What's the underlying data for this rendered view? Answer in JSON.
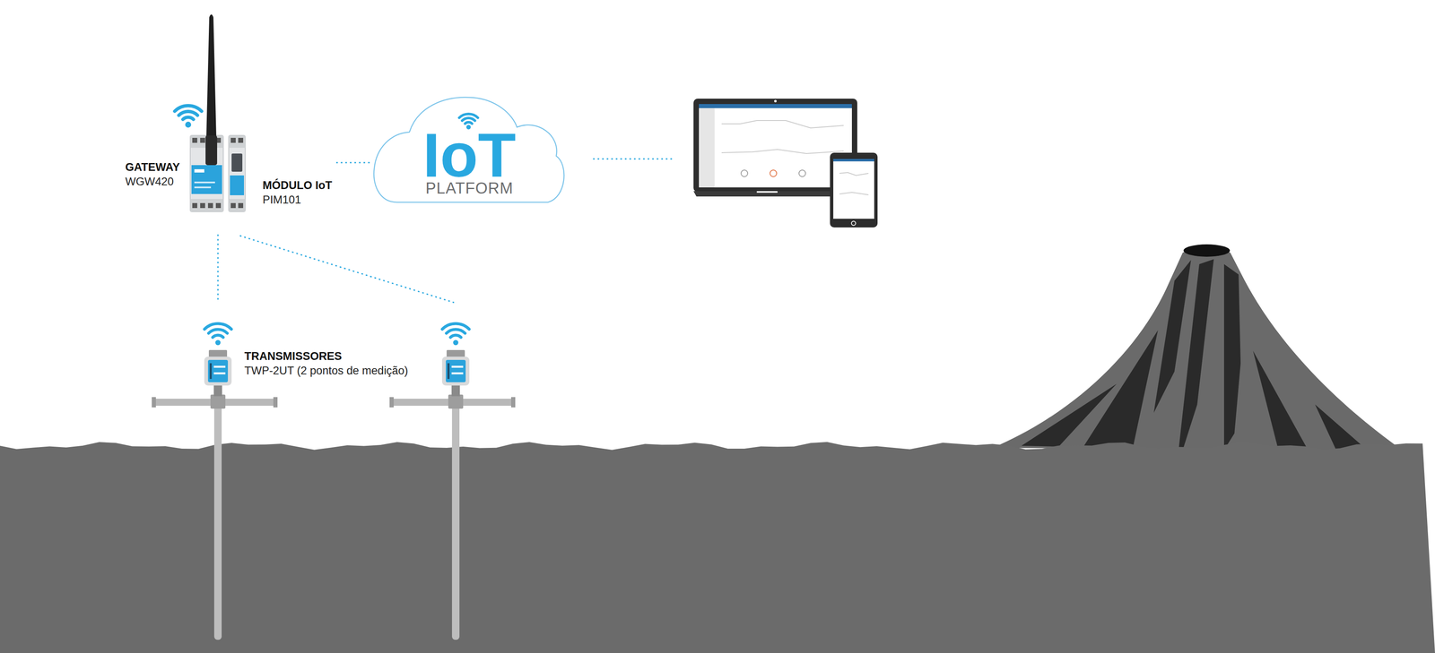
{
  "diagram": {
    "nodes": [
      {
        "text": [
          "GATEWAY",
          "WGW420"
        ]
      },
      {
        "text": [
          "MÓDULO IoT",
          "PIM101"
        ]
      },
      {
        "text": [
          "IoT",
          "PLATFORM"
        ]
      },
      {
        "text": [
          "TRANSMISSORES",
          "TWP-2UT (2 pontos de medição)"
        ]
      }
    ],
    "edges": [
      {
        "from": 1,
        "to": 2,
        "arrow": "none"
      },
      {
        "from": 0,
        "to": 3,
        "arrow": "none"
      }
    ]
  }
}
